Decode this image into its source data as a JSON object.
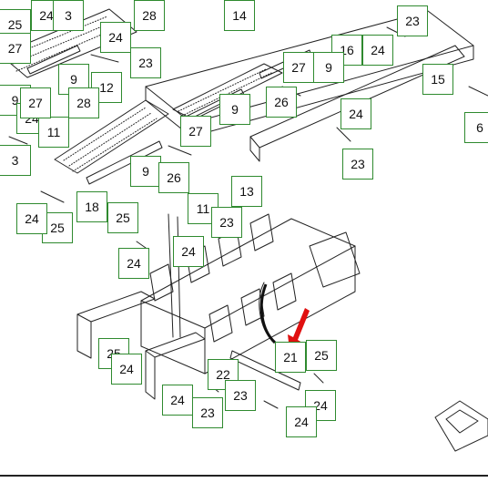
{
  "diagram": {
    "callouts": [
      "24",
      "3",
      "28",
      "25",
      "27",
      "24",
      "14",
      "23",
      "24",
      "23",
      "16",
      "24",
      "9",
      "27",
      "9",
      "15",
      "9",
      "12",
      "28",
      "24",
      "26",
      "27",
      "9",
      "11",
      "24",
      "6",
      "3",
      "27",
      "23",
      "9",
      "26",
      "13",
      "11",
      "24",
      "25",
      "18",
      "25",
      "23",
      "24",
      "24",
      "25",
      "24",
      "21",
      "25",
      "24",
      "22",
      "24",
      "23",
      "23",
      "24"
    ],
    "accent_color": "#2f8a2f",
    "pointer_color": "#e01010"
  }
}
